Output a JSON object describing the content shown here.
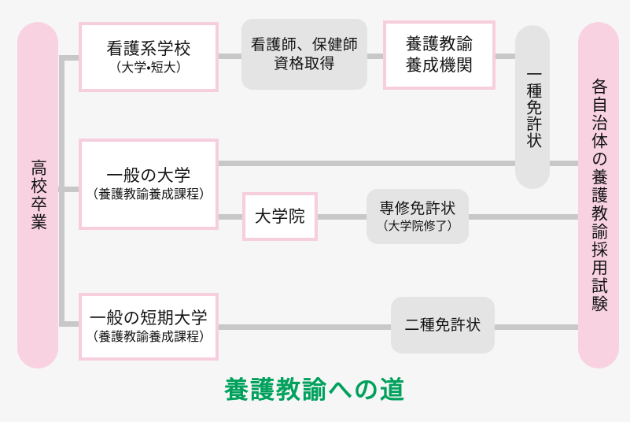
{
  "diagram": {
    "caption": "養護教諭への道",
    "caption_color": "#00a15c",
    "background_color": "#f6f6f6",
    "accent_pink": "#f9d2e2",
    "border_pink": "#f7cede",
    "grey_fill": "#e4e4e4",
    "connector_color": "#c8c8c8"
  },
  "start": {
    "label": "高校卒業"
  },
  "paths": {
    "nursing": {
      "school": {
        "line1": "看護系学校",
        "line2": "（大学・短大）"
      },
      "qualification": {
        "line1": "看護師、保健師",
        "line2": "資格取得"
      },
      "institution": {
        "line1": "養護教諭",
        "line2": "養成機関"
      }
    },
    "university": {
      "school": {
        "line1": "一般の大学",
        "line2": "（養護教諭養成課程）"
      },
      "graduate": {
        "line1": "大学院"
      },
      "advanced_license": {
        "line1": "専修免許状",
        "line2": "（大学院修了）"
      }
    },
    "junior_college": {
      "school": {
        "line1": "一般の短期大学",
        "line2": "（養護教諭養成課程）"
      }
    }
  },
  "licenses": {
    "type1": "一種免許状",
    "type2": "二種免許状"
  },
  "goal": {
    "label": "各自治体の養護教諭採用試験"
  }
}
